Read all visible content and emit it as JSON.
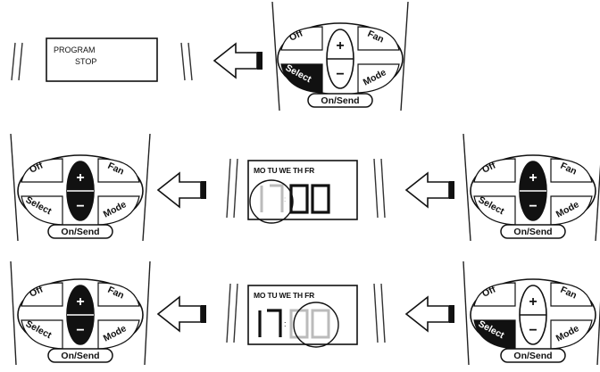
{
  "remote": {
    "buttons": {
      "off": "Off",
      "fan": "Fan",
      "select": "Select",
      "mode": "Mode",
      "on_send": "On/Send",
      "plus": "+",
      "minus": "−"
    }
  },
  "row1": {
    "display": {
      "line1": "PROGRAM",
      "line2": "STOP"
    }
  },
  "row2": {
    "display": {
      "days": "MO TU WE TH FR",
      "time_hours": "17",
      "time_minutes": "00"
    }
  },
  "row3": {
    "display": {
      "days": "MO TU WE TH FR",
      "time_hours": "17",
      "time_minutes": "00"
    }
  }
}
